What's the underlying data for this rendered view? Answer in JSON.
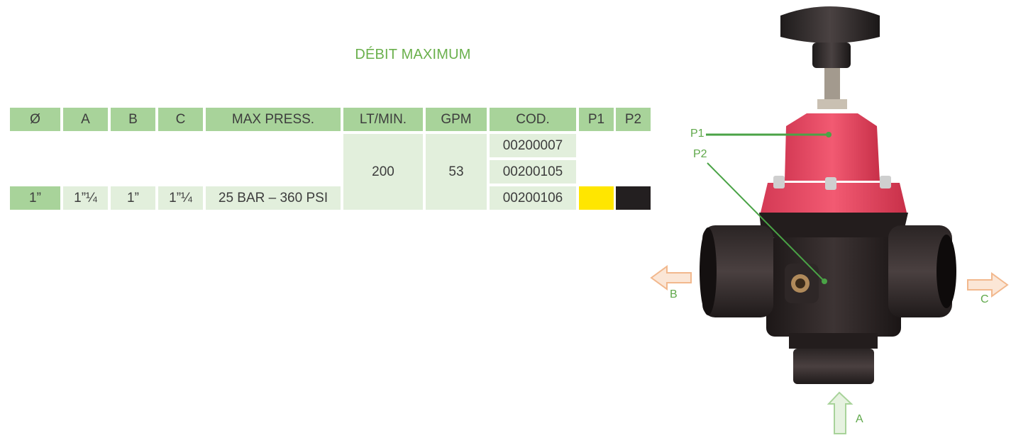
{
  "title": "DÉBIT MAXIMUM",
  "table": {
    "headers": [
      "Ø",
      "A",
      "B",
      "C",
      "MAX PRESS.",
      "LT/MIN.",
      "GPM",
      "COD.",
      "P1",
      "P2"
    ],
    "row": {
      "diameter": "1”",
      "a": "1”¼",
      "b": "1”",
      "c": "1”¼",
      "max_press": "25 BAR – 360 PSI"
    },
    "lt_min": "200",
    "gpm": "53",
    "codes": [
      "00200007",
      "00200105",
      "00200106"
    ],
    "p1_color": "#ffe600",
    "p2_color": "#231f20"
  },
  "diagram": {
    "labels": {
      "p1": "P1",
      "p2": "P2",
      "a": "A",
      "b": "B",
      "c": "C"
    },
    "colors": {
      "leader_line": "#4aa346",
      "arrow": "#f6c7a5",
      "arrow_a": "#a8d39a",
      "bonnet": "#e8455e",
      "body": "#2a2424"
    }
  }
}
